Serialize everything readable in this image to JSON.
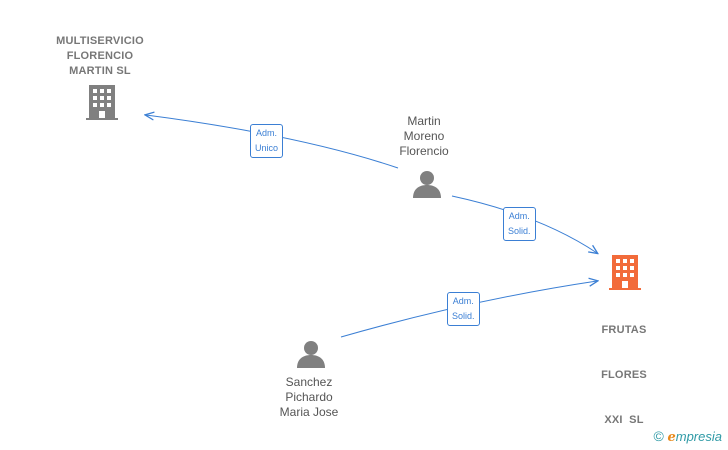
{
  "nodes": {
    "company_multiservicio": {
      "name_lines": [
        "MULTISERVICIO",
        "FLORENCIO",
        "MARTIN SL"
      ],
      "icon": "building-icon",
      "color": "#808080"
    },
    "company_frutas": {
      "name_lines": [
        "FRUTAS",
        "FLORES",
        "XXI  SL"
      ],
      "icon": "building-icon",
      "color": "#f26b3a"
    },
    "person_martin": {
      "name_lines": [
        "Martin",
        "Moreno",
        "Florencio"
      ],
      "icon": "person-icon",
      "color": "#808080"
    },
    "person_sanchez": {
      "name_lines": [
        "Sanchez",
        "Pichardo",
        "Maria Jose"
      ],
      "icon": "person-icon",
      "color": "#808080"
    }
  },
  "edges": {
    "martin_to_multiservicio": {
      "label_lines": [
        "Adm.",
        "Unico"
      ]
    },
    "martin_to_frutas": {
      "label_lines": [
        "Adm.",
        "Solid."
      ]
    },
    "sanchez_to_frutas": {
      "label_lines": [
        "Adm.",
        "Solid."
      ]
    }
  },
  "colors": {
    "edge": "#3b7fd4",
    "company_gray": "#808080",
    "company_highlight": "#f26b3a"
  },
  "brand": {
    "copyright": "©",
    "initial": "e",
    "rest": "mpresia"
  }
}
